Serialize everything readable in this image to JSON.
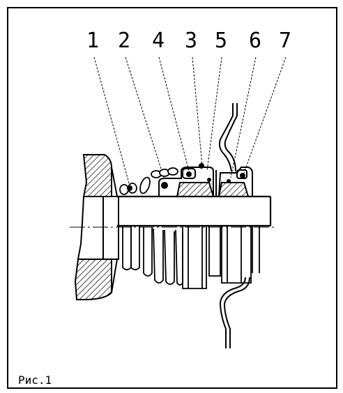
{
  "figure": {
    "callouts": [
      "1",
      "2",
      "4",
      "3",
      "5",
      "6",
      "7"
    ],
    "caption": "Рис.1"
  },
  "colors": {
    "ink": "#000000",
    "paper": "#ffffff"
  }
}
